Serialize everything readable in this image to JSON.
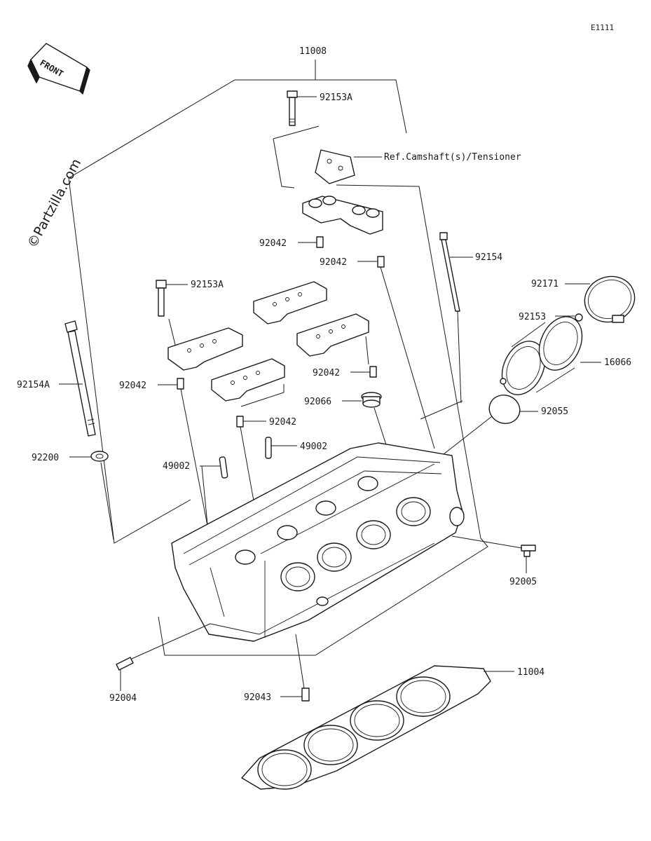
{
  "diagram_code": "E1111",
  "watermark": "©Partzilla.com",
  "front_label": "FRONT",
  "reference_note": "Ref.Camshaft(s)/Tensioner",
  "labels": {
    "p11008": "11008",
    "p92153A_top": "92153A",
    "p92042_a": "92042",
    "p92042_b": "92042",
    "p92154": "92154",
    "p92171": "92171",
    "p92153A_mid": "92153A",
    "p92153": "92153",
    "p16066": "16066",
    "p92154A": "92154A",
    "p92042_c": "92042",
    "p92042_d": "92042",
    "p92066": "92066",
    "p92055": "92055",
    "p92042_e": "92042",
    "p49002_a": "49002",
    "p49002_b": "49002",
    "p92200": "92200",
    "p92005": "92005",
    "p92004": "92004",
    "p92043": "92043",
    "p11004": "11004"
  }
}
